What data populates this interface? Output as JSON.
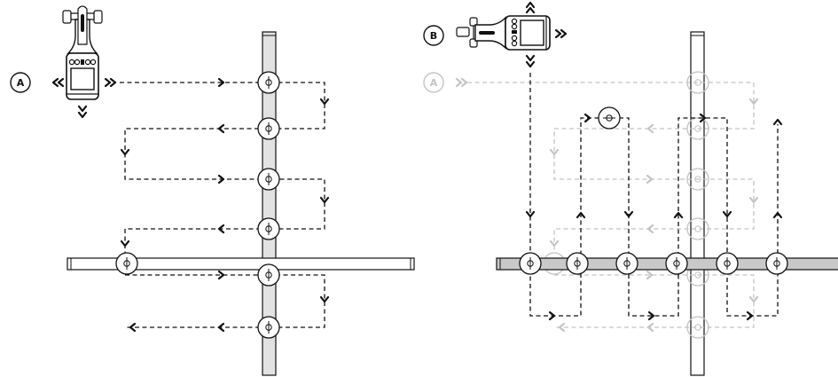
{
  "panels": [
    {
      "label": "A",
      "color": "#111111"
    },
    {
      "label": "B",
      "color": "#111111"
    },
    {
      "label": "A",
      "color": "#c4c4c4"
    }
  ],
  "icons": [
    "locator-device-icon",
    "chevron-right-icon",
    "chevron-left-icon",
    "chevron-down-icon",
    "chevron-up-icon",
    "pipe-marker-icon"
  ],
  "colors": {
    "ink": "#111111",
    "faded": "#c4c4c4",
    "pipe_fill": "#e2e2e2",
    "pipe_fill_bold": "#c9c9c9"
  }
}
